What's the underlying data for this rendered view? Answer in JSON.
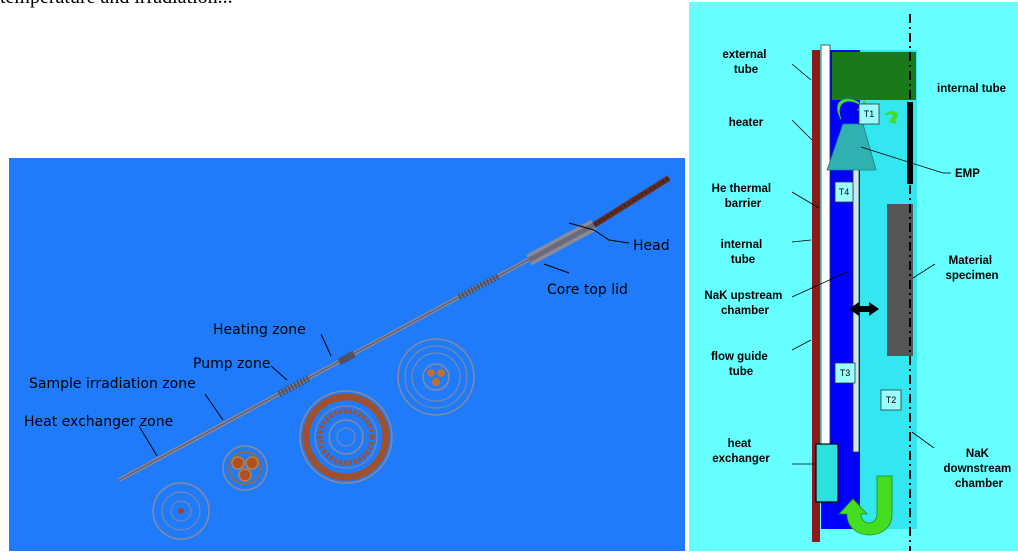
{
  "header": {
    "text_fragment": "temperature and irradiation..."
  },
  "left_diagram": {
    "labels": {
      "head": "Head",
      "core_top_lid": "Core top lid",
      "heating_zone": "Heating zone",
      "pump_zone": "Pump zone",
      "sample_irradiation_zone": "Sample irradiation zone",
      "heat_exchanger_zone": "Heat exchanger zone"
    }
  },
  "right_diagram": {
    "labels": {
      "external_tube": [
        "external",
        "tube"
      ],
      "heater": "heater",
      "he_thermal_barrier": [
        "He thermal",
        "barrier"
      ],
      "internal_tube_left": [
        "internal",
        "tube"
      ],
      "nak_upstream_chamber": [
        "NaK upstream",
        "chamber"
      ],
      "flow_guide_tube": [
        "flow guide",
        "tube"
      ],
      "heat_exchanger": [
        "heat",
        "exchanger"
      ],
      "internal_tube_right": "internal tube",
      "emp": "EMP",
      "material_specimen": [
        "Material",
        "specimen"
      ],
      "nak_downstream_chamber": [
        "NaK",
        "downstream",
        "chamber"
      ]
    },
    "thermocouples": {
      "t1": "T1",
      "t2": "T2",
      "t3": "T3",
      "t4": "T4"
    }
  },
  "colors": {
    "left_background": "#1f7bfa",
    "right_background": "#66ffff",
    "upstream_chamber": "#0000ff",
    "downstream_chamber": "#33e6f0",
    "head_block": "#1a7a1a",
    "heater": "#8b1a1a",
    "specimen": "#555555",
    "emp": "#30b0b0",
    "flow_arrow": "#44dd22"
  }
}
